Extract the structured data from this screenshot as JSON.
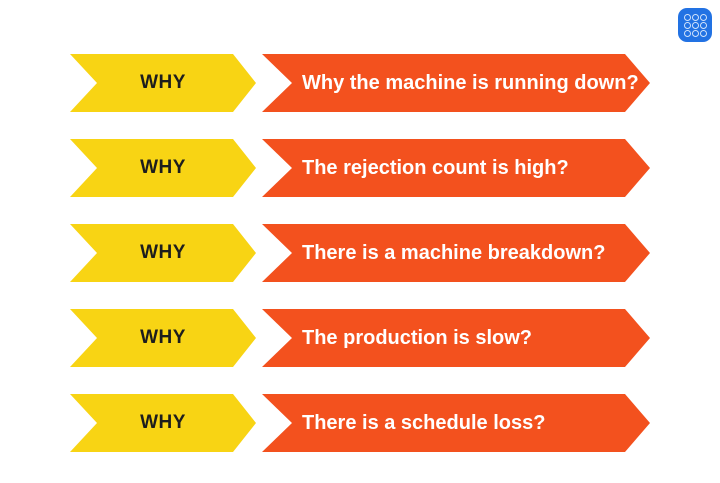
{
  "colors": {
    "background": "#ffffff",
    "why_fill": "#f8d414",
    "why_text": "#1d1d1d",
    "question_fill": "#f3511e",
    "question_text": "#ffffff",
    "icon_bg": "#2272e3",
    "icon_dots": "#cfe2fb"
  },
  "icon": {
    "name": "apps-grid-icon"
  },
  "rows": [
    {
      "label": "WHY",
      "question": "Why the machine is running down?"
    },
    {
      "label": "WHY",
      "question": "The rejection count is high?"
    },
    {
      "label": "WHY",
      "question": "There is a machine breakdown?"
    },
    {
      "label": "WHY",
      "question": "The production is slow?"
    },
    {
      "label": "WHY",
      "question": "There is a schedule loss?"
    }
  ]
}
